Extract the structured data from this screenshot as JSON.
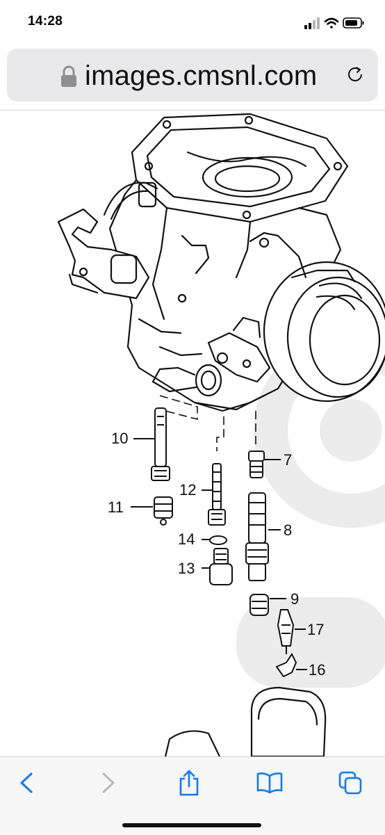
{
  "status_bar": {
    "time": "14:28"
  },
  "address_bar": {
    "url": "images.cmsnl.com"
  },
  "diagram": {
    "part_labels": [
      {
        "id": "label-10",
        "text": "10"
      },
      {
        "id": "label-7",
        "text": "7"
      },
      {
        "id": "label-12",
        "text": "12"
      },
      {
        "id": "label-11",
        "text": "11"
      },
      {
        "id": "label-8",
        "text": "8"
      },
      {
        "id": "label-14",
        "text": "14"
      },
      {
        "id": "label-13",
        "text": "13"
      },
      {
        "id": "label-9",
        "text": "9"
      },
      {
        "id": "label-17",
        "text": "17"
      },
      {
        "id": "label-16",
        "text": "16"
      }
    ]
  },
  "toolbar": {
    "buttons": [
      {
        "name": "back-button",
        "icon": "chevron-left-icon",
        "enabled": true
      },
      {
        "name": "forward-button",
        "icon": "chevron-right-icon",
        "enabled": false
      },
      {
        "name": "share-button",
        "icon": "share-icon",
        "enabled": true
      },
      {
        "name": "bookmarks-button",
        "icon": "book-icon",
        "enabled": true
      },
      {
        "name": "tabs-button",
        "icon": "tabs-icon",
        "enabled": true
      }
    ]
  },
  "colors": {
    "accent": "#0a7aff",
    "disabled": "#b9b9be",
    "address_bg": "#e9e9eb",
    "toolbar_bg": "#f7f7f8"
  }
}
